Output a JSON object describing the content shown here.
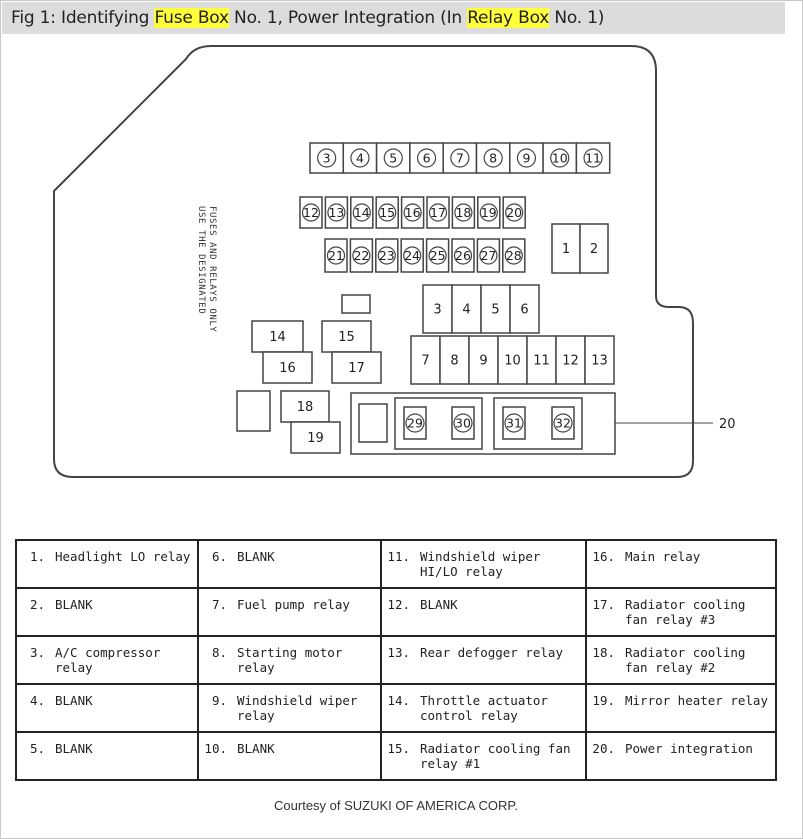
{
  "caption": {
    "prefix": "Fig 1: Identifying ",
    "hl1": "Fuse Box",
    "middle": " No. 1, Power Integration (In ",
    "hl2": "Relay Box",
    "suffix": " No. 1)",
    "highlight_color": "#ffff3a"
  },
  "diagram": {
    "note_line1": "USE THE DESIGNATED",
    "note_line2": "FUSES AND RELAYS ONLY",
    "callout": "20",
    "fuses_top": [
      "3",
      "4",
      "5",
      "6",
      "7",
      "8",
      "9",
      "10",
      "11"
    ],
    "fuses_mid": [
      "12",
      "13",
      "14",
      "15",
      "16",
      "17",
      "18",
      "19",
      "20"
    ],
    "fuses_low": [
      "21",
      "22",
      "23",
      "24",
      "25",
      "26",
      "27",
      "28"
    ],
    "relays_pair": [
      "1",
      "2"
    ],
    "relays_upper": [
      "3",
      "4",
      "5",
      "6"
    ],
    "relays_lower": [
      "7",
      "8",
      "9",
      "10",
      "11",
      "12",
      "13"
    ],
    "left_relays": [
      "14",
      "15",
      "16",
      "17",
      "18",
      "19"
    ],
    "integration_fuses": [
      "29",
      "30",
      "31",
      "32"
    ]
  },
  "legend": [
    [
      {
        "num": "1.",
        "text": "Headlight LO relay"
      },
      {
        "num": "6.",
        "text": "BLANK"
      },
      {
        "num": "11.",
        "text": "Windshield wiper HI/LO relay"
      },
      {
        "num": "16.",
        "text": "Main relay"
      }
    ],
    [
      {
        "num": "2.",
        "text": "BLANK"
      },
      {
        "num": "7.",
        "text": "Fuel pump relay"
      },
      {
        "num": "12.",
        "text": "BLANK"
      },
      {
        "num": "17.",
        "text": "Radiator cooling fan relay #3"
      }
    ],
    [
      {
        "num": "3.",
        "text": "A/C compressor relay"
      },
      {
        "num": "8.",
        "text": "Starting motor relay"
      },
      {
        "num": "13.",
        "text": "Rear defogger relay"
      },
      {
        "num": "18.",
        "text": "Radiator cooling fan relay #2"
      }
    ],
    [
      {
        "num": "4.",
        "text": "BLANK"
      },
      {
        "num": "9.",
        "text": "Windshield wiper relay"
      },
      {
        "num": "14.",
        "text": "Throttle actuator control relay"
      },
      {
        "num": "19.",
        "text": "Mirror heater relay"
      }
    ],
    [
      {
        "num": "5.",
        "text": "BLANK"
      },
      {
        "num": "10.",
        "text": "BLANK"
      },
      {
        "num": "15.",
        "text": "Radiator cooling fan relay #1"
      },
      {
        "num": "20.",
        "text": "Power integration"
      }
    ]
  ],
  "credit": "Courtesy of SUZUKI OF AMERICA CORP."
}
